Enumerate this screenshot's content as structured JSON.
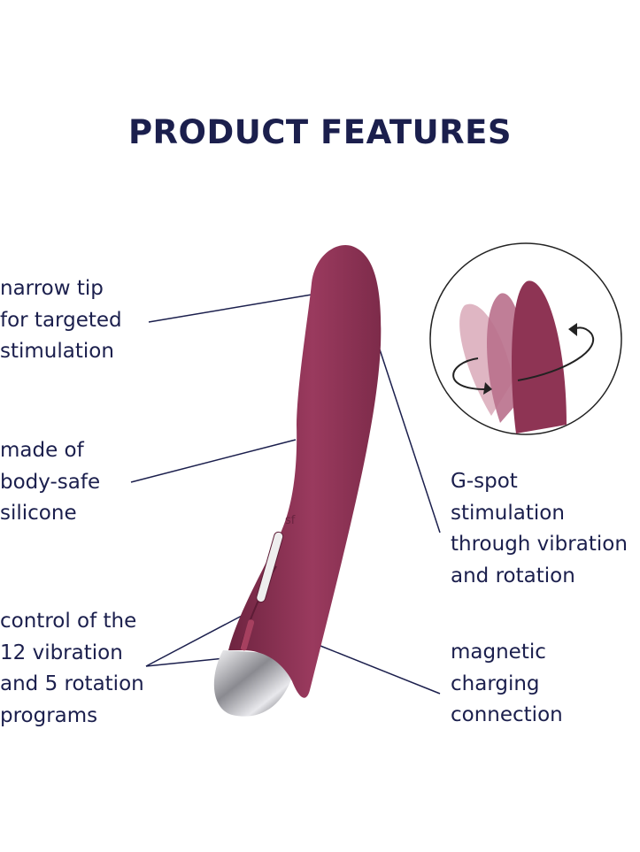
{
  "title": "PRODUCT FEATURES",
  "features_left": [
    {
      "lines": [
        "narrow tip",
        "for targeted",
        "stimulation"
      ]
    },
    {
      "lines": [
        "made of",
        "body-safe",
        "silicone"
      ]
    },
    {
      "lines": [
        "control of the",
        "12 vibration",
        "and 5 rotation",
        "programs"
      ]
    }
  ],
  "features_right": [
    {
      "lines": [
        "G-spot",
        "stimulation",
        "through vibration",
        "and rotation"
      ]
    },
    {
      "lines": [
        "magnetic",
        "charging",
        "connection"
      ]
    }
  ],
  "colors": {
    "text": "#1b1f4d",
    "product": "#8e3454",
    "chrome": "#c8c8cc"
  }
}
